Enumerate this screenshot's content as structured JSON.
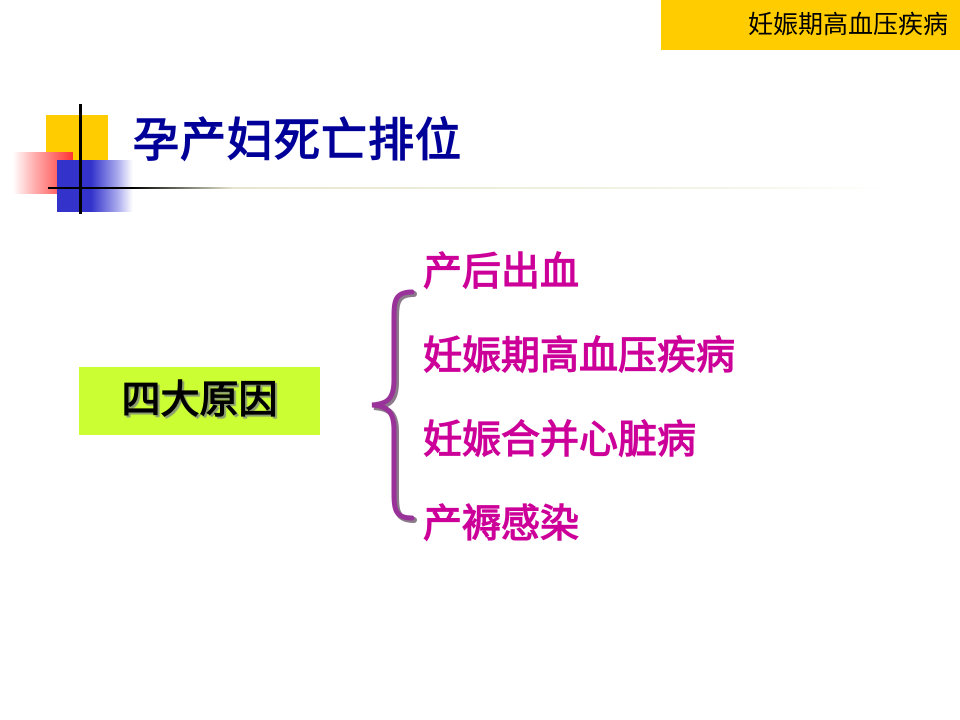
{
  "header": {
    "tag": "妊娠期高血压疾病",
    "tag_color": "#ffcc00"
  },
  "title": "孕产妇死亡排位",
  "title_color": "#000099",
  "cause_box": {
    "label": "四大原因",
    "background": "#ccff33"
  },
  "causes": [
    "产后出血",
    "妊娠期高血压疾病",
    "妊娠合并心脏病",
    "产褥感染"
  ],
  "cause_color": "#cc0099",
  "icons": {
    "brace": "curly-brace-icon",
    "corner": "corner-squares-decoration"
  }
}
